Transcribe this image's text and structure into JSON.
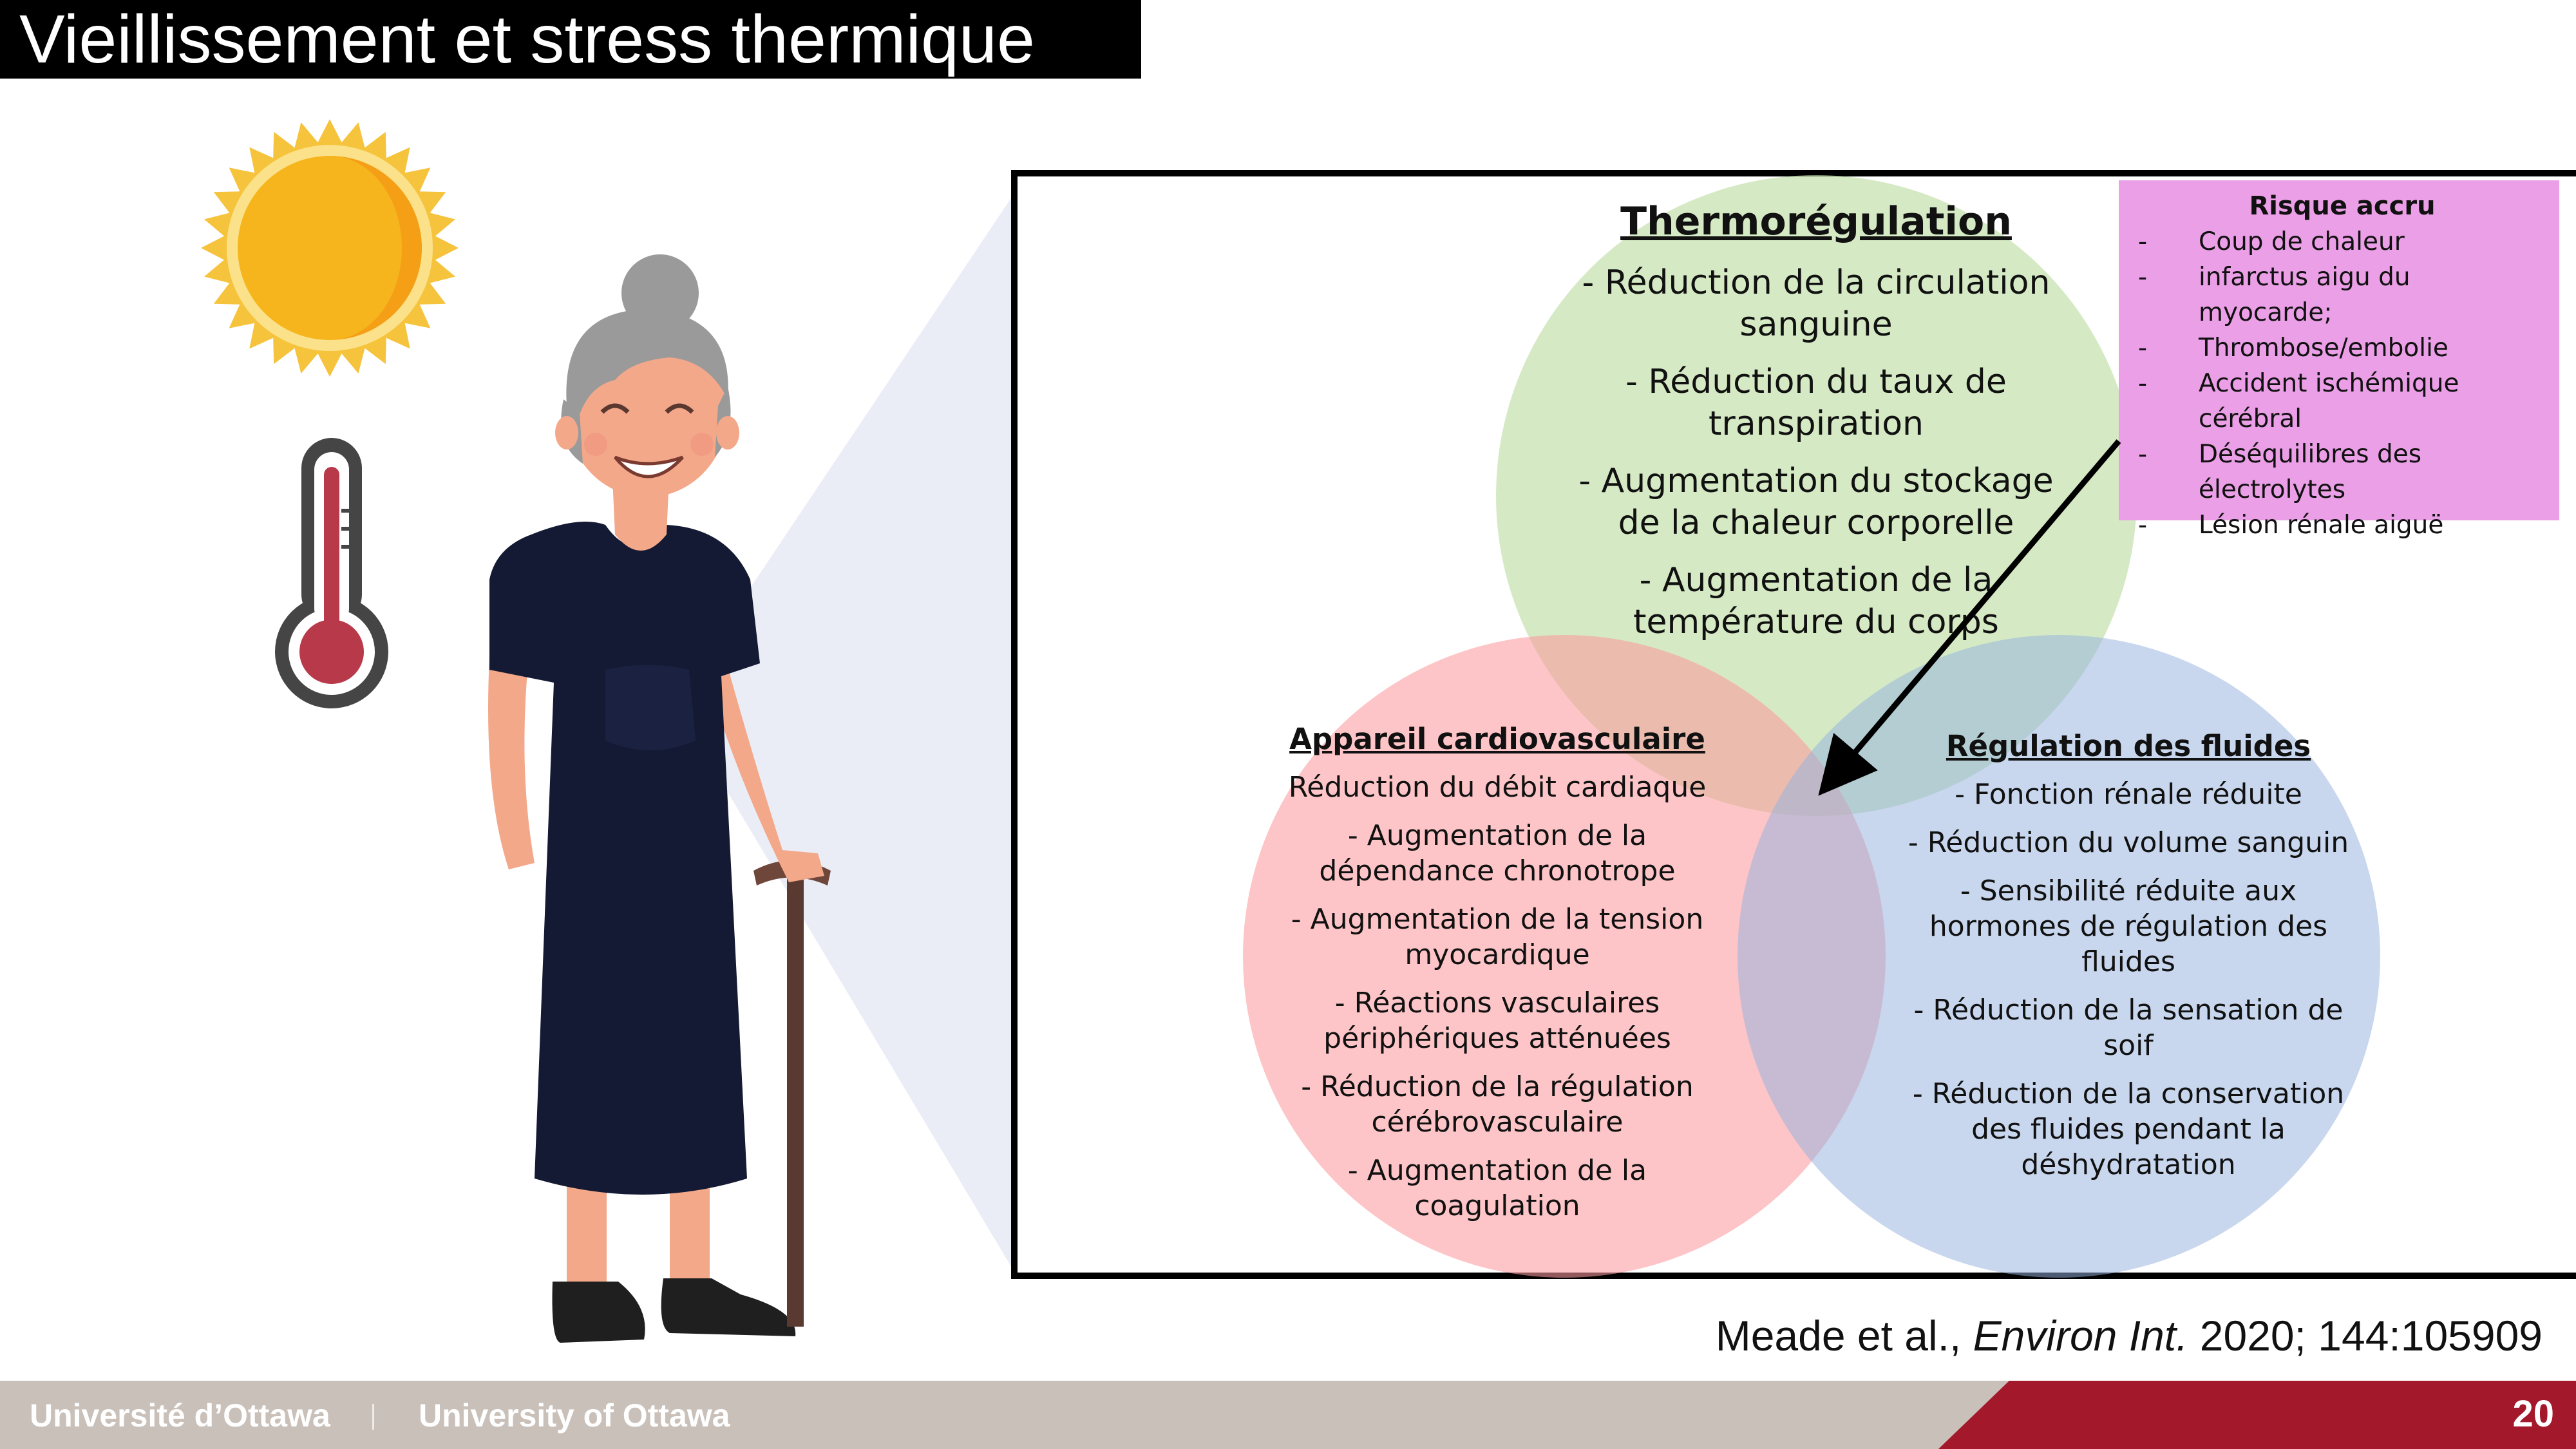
{
  "slide": {
    "title": "Vieillissement et stress thermique",
    "page_number": "20"
  },
  "venn": {
    "thermoregulation": {
      "heading": "Thermorégulation",
      "items": [
        "- Réduction de la circulation sanguine",
        "- Réduction du taux de transpiration",
        "- Augmentation du stockage de la chaleur corporelle",
        "- Augmentation de la température du corps"
      ]
    },
    "cardiovascular": {
      "heading": "Appareil cardiovasculaire",
      "items": [
        "Réduction du débit cardiaque",
        "- Augmentation de la dépendance chronotrope",
        "- Augmentation de la tension myocardique",
        "- Réactions vasculaires périphériques atténuées",
        "- Réduction de la régulation cérébrovasculaire",
        "- Augmentation de la coagulation"
      ]
    },
    "fluids": {
      "heading": "Régulation des fluides",
      "items": [
        "- Fonction rénale réduite",
        "- Réduction du volume sanguin",
        "- Sensibilité réduite aux hormones de régulation des fluides",
        "- Réduction de la sensation de soif",
        "- Réduction de la conservation des fluides pendant la déshydratation"
      ]
    }
  },
  "risk": {
    "title": "Risque accru",
    "items": [
      "Coup de chaleur",
      "infarctus aigu du myocarde;",
      "Thrombose/embolie",
      "Accident ischémique cérébral",
      "Déséquilibres des électrolytes",
      "Lésion rénale aiguë"
    ]
  },
  "citation": {
    "authors": "Meade et al., ",
    "journal": "Environ Int.",
    "details": " 2020; 144:105909"
  },
  "footer": {
    "university_fr": "Université d’Ottawa",
    "university_en": "University of Ottawa"
  },
  "colors": {
    "thermoregulation_circle": "#bbdda0",
    "cardiovascular_circle": "#fc9b9e",
    "fluids_circle": "#96b2de",
    "risk_box": "#ea9fe6",
    "footer_band": "#c9c0b9",
    "footer_accent": "#a3182a"
  },
  "icons": [
    "sun-icon",
    "thermometer-icon",
    "elderly-woman-illustration",
    "cane-icon"
  ]
}
